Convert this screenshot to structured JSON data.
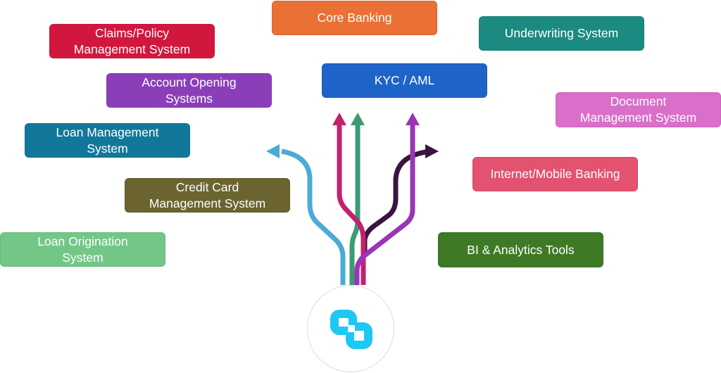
{
  "systems": [
    {
      "id": "core-banking",
      "lines": [
        "Core Banking"
      ],
      "color": "#EA7035"
    },
    {
      "id": "claims-policy",
      "lines": [
        "Claims/Policy",
        "Management System"
      ],
      "color": "#D2173F"
    },
    {
      "id": "underwriting",
      "lines": [
        "Underwriting System"
      ],
      "color": "#1B8A80"
    },
    {
      "id": "kyc-aml",
      "lines": [
        "KYC / AML"
      ],
      "color": "#1E64C8"
    },
    {
      "id": "account-opening",
      "lines": [
        "Account Opening",
        "Systems"
      ],
      "color": "#8A3FB8"
    },
    {
      "id": "document-management",
      "lines": [
        "Document",
        "Management System"
      ],
      "color": "#D96FC9"
    },
    {
      "id": "loan-management",
      "lines": [
        "Loan Management",
        "System"
      ],
      "color": "#12789A"
    },
    {
      "id": "internet-mobile-banking",
      "lines": [
        "Internet/Mobile Banking"
      ],
      "color": "#E3526F"
    },
    {
      "id": "credit-card",
      "lines": [
        "Credit Card",
        "Management System"
      ],
      "color": "#6B6430"
    },
    {
      "id": "bi-analytics",
      "lines": [
        "BI & Analytics Tools"
      ],
      "color": "#3E7A25"
    },
    {
      "id": "loan-origination",
      "lines": [
        "Loan Origination",
        "System"
      ],
      "color": "#72C787"
    }
  ],
  "flows": [
    {
      "name": "flow-blue",
      "color": "#4BABD6"
    },
    {
      "name": "flow-magenta",
      "color": "#C2216E"
    },
    {
      "name": "flow-green",
      "color": "#3E9A74"
    },
    {
      "name": "flow-purple",
      "color": "#9A35B8"
    },
    {
      "name": "flow-dark",
      "color": "#3A1540"
    }
  ],
  "hub": {
    "icon": "platform-logo-icon",
    "color": "#1EC8F5"
  }
}
